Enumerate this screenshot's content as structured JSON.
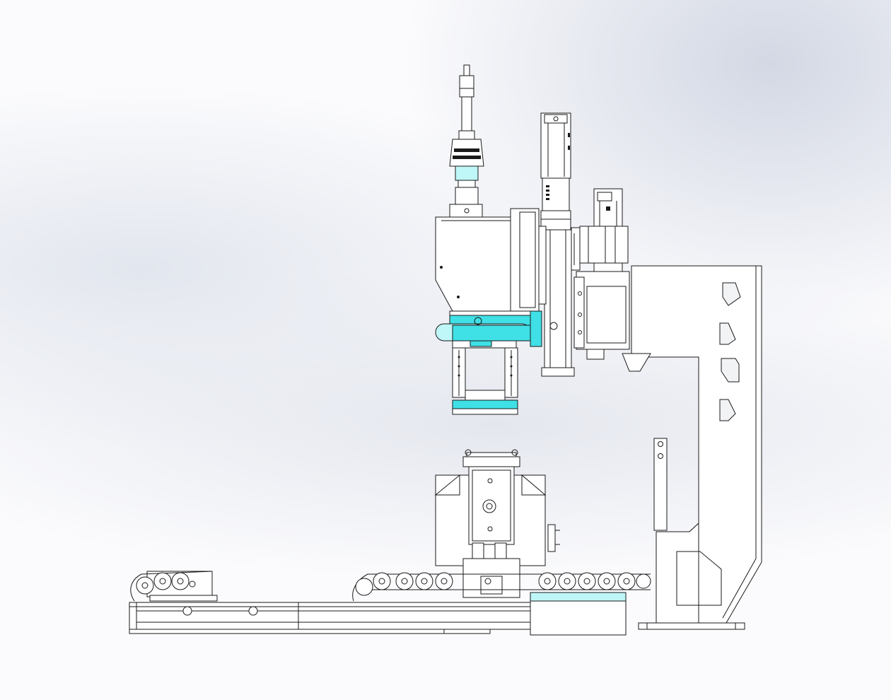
{
  "viewport": {
    "background": "#fbfbfd",
    "line_color": "#1a1a1a",
    "accent_color": "#3fe0e6",
    "accent_light": "#bff6f8"
  },
  "assembly": {
    "parts": [
      "welding-torch",
      "wire-feeder-housing",
      "cyan-clamp-ring",
      "gripper-fork",
      "vertical-linear-axis",
      "servo-motor-vertical",
      "servo-motor-horizontal",
      "gantry-column",
      "rotary-fixture",
      "cable-chain-left",
      "cable-chain-right",
      "base-linear-rail",
      "rail-carriage"
    ]
  }
}
